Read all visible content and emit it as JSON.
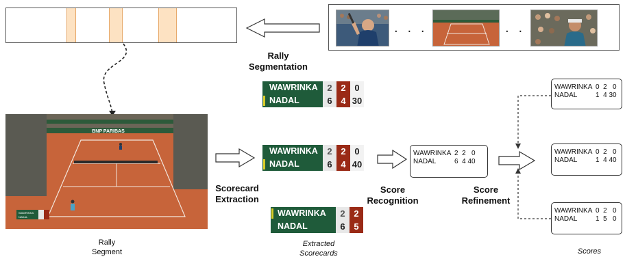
{
  "labels": {
    "rally_segmentation": [
      "Rally",
      "Segmentation"
    ],
    "rally_segment": [
      "Rally",
      "Segment"
    ],
    "scorecard_extraction": [
      "Scorecard",
      "Extraction"
    ],
    "score_recognition": [
      "Score",
      "Recognition"
    ],
    "score_refinement": [
      "Score",
      "Refinement"
    ],
    "extracted_scorecards": [
      "Extracted",
      "Scorecards"
    ],
    "scores": "Scores"
  },
  "scorecards": [
    {
      "p1": "WAWRINKA",
      "p1_scores": [
        "2",
        "2",
        "0"
      ],
      "p2": "NADAL",
      "p2_scores": [
        "6",
        "4",
        "30"
      ]
    },
    {
      "p1": "WAWRINKA",
      "p1_scores": [
        "2",
        "2",
        "0"
      ],
      "p2": "NADAL",
      "p2_scores": [
        "6",
        "4",
        "40"
      ]
    },
    {
      "p1": "WAWRINKA",
      "p1_scores": [
        "2",
        "2"
      ],
      "p2": "NADAL",
      "p2_scores": [
        "6",
        "5"
      ]
    }
  ],
  "recognized": {
    "p1": "WAWRINKA",
    "p1_scores": "2  2   0",
    "p2": "NADAL",
    "p2_scores": "6  4 40"
  },
  "refined": [
    {
      "p1": "WAWRINKA",
      "p1_scores": "0  2   0",
      "p2": "NADAL",
      "p2_scores": "1  4 30"
    },
    {
      "p1": "WAWRINKA",
      "p1_scores": "0  2   0",
      "p2": "NADAL",
      "p2_scores": "1  4 40"
    },
    {
      "p1": "WAWRINKA",
      "p1_scores": "0  2   0",
      "p2": "NADAL",
      "p2_scores": "1  5   0"
    }
  ],
  "scene": {
    "banner_text": "BNP PARIBAS",
    "mini_score": [
      "WAWRINKA",
      "NADAL"
    ]
  },
  "colors": {
    "scorecard_green": "#1f5b3a",
    "scorecard_red": "#9a2a16",
    "segment_highlight": "#fde2c2",
    "clay": "#c7643a"
  }
}
